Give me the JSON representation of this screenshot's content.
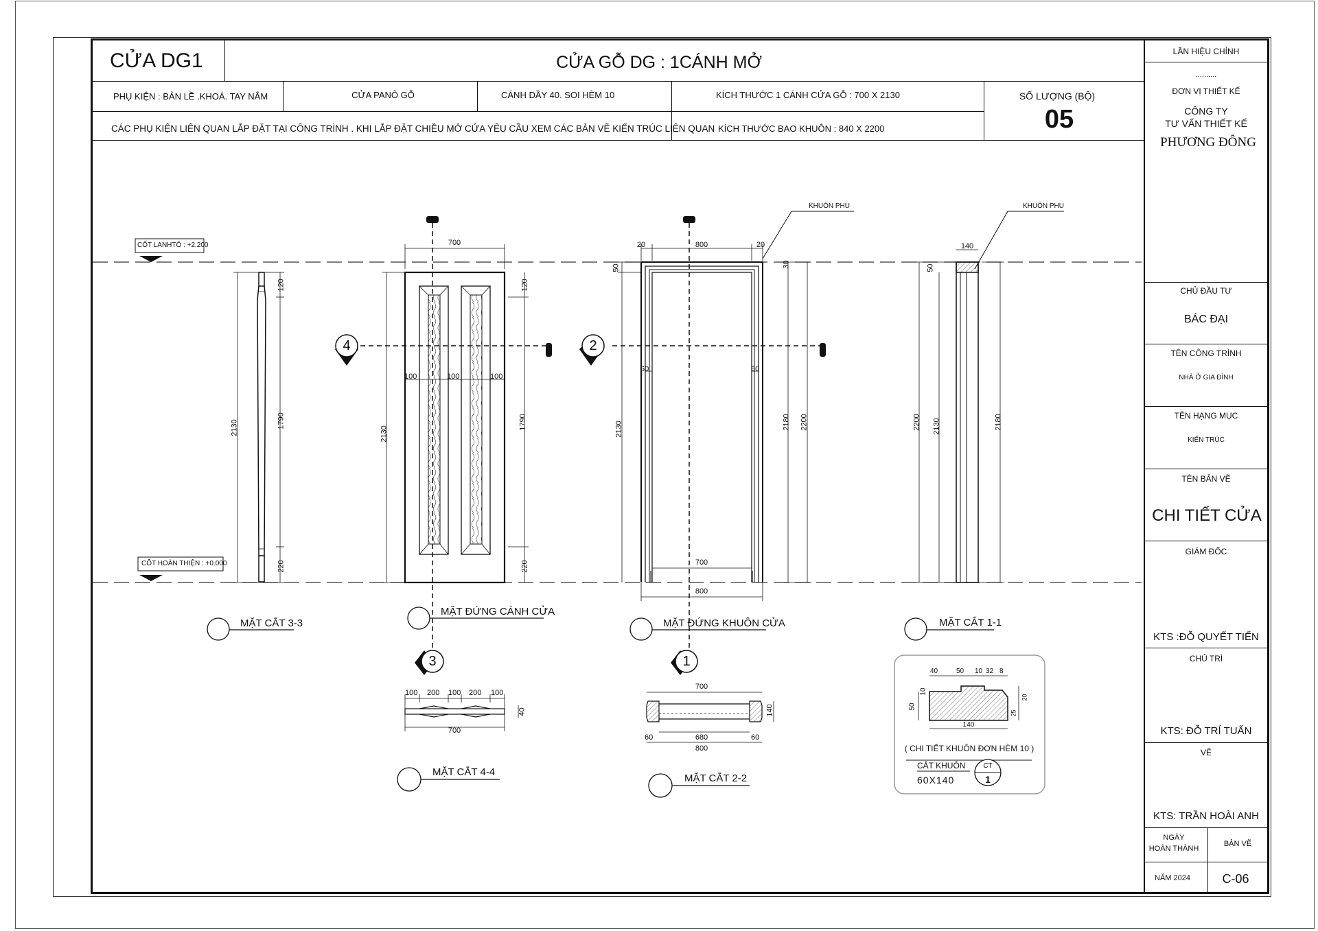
{
  "header": {
    "door_code": "CỬA  DG1",
    "door_title": "CỬA GỖ DG : 1CÁNH MỞ",
    "accessories": "PHỤ KIỆN : BẢN LỀ .KHOÁ. TAY NẮM",
    "door_type": "CỬA PANÔ GỖ",
    "leaf_spec": "CÁNH DẦY 40. SOI HÈM 10",
    "leaf_size": "KÍCH THƯỚC 1 CÁNH CỬA GỖ : 700 X 2130",
    "quantity_label": "SỐ LƯỢNG (BỘ)",
    "quantity_value": "05",
    "note": "CÁC PHỤ KIỆN LIÊN QUAN LẮP ĐẶT TẠI CÔNG TRÌNH . KHI LẮP ĐẶT CHIỀU MỞ CỬA YÊU CẦU XEM CÁC BẢN  VẼ KIẾN TRÚC LIÊN QUAN",
    "frame_size": "KÍCH THƯỚC  BAO KHUÔN : 840 X 2200"
  },
  "title_block": {
    "revision_label": "LẦN HIỆU CHỈNH",
    "revision_value": "..........",
    "designer_label": "ĐƠN VỊ THIẾT KẾ",
    "company_line1": "CÔNG TY",
    "company_line2": "TƯ VẤN THIẾT KẾ",
    "company_name": "PHƯƠNG ĐÔNG",
    "owner_label": "CHỦ ĐẦU TƯ",
    "owner_value": "BÁC ĐẠI",
    "project_label": "TÊN CÔNG TRÌNH",
    "project_value": "NHÀ Ở GIA ĐÌNH",
    "category_label": "TÊN HẠNG MỤC",
    "category_value": "KIẾN TRÚC",
    "drawing_name_label": "TÊN BẢN VẼ",
    "drawing_name_value": "CHI TIẾT CỬA",
    "director_label": "GIÁM ĐỐC",
    "director_value": "KTS :ĐỖ QUYẾT TIẾN",
    "lead_label": "CHỦ  TRÌ",
    "lead_value": "KTS: ĐỖ TRÍ TUẤN",
    "drawn_label": "VẼ",
    "drawn_value": "KTS: TRẦN HOÀI ANH",
    "date_label_1": "NGÀY",
    "date_label_2": "HOÀN THÀNH",
    "sheet_label": "BẢN VẼ",
    "date_value": "NĂM 2024",
    "sheet_value": "C-06"
  },
  "drawing": {
    "level_top": "CỐT LANHTÔ : +2.200",
    "level_bottom": "CỐT HOÀN THIỆN : +0.000",
    "frame_callout": "KHUÔN PHU",
    "view_labels": {
      "section_33": "MẶT CẮT 3-3",
      "leaf_elevation": "MẶT ĐỨNG CÁNH CỬA",
      "frame_elevation": "MẶT ĐỨNG KHUÔN CỬA",
      "section_11": "MẶT CẮT 1-1",
      "section_44": "MẶT CẮT 4-4",
      "section_22": "MẶT CẮT 2-2"
    },
    "section_markers": [
      "4",
      "2",
      "3",
      "1"
    ],
    "detail": {
      "title": "( CHI TIẾT KHUÔN ĐƠN HÈM 10 )",
      "profile_name": "CẮT KHUÔN",
      "profile_size": "60X140",
      "tag_top": "CT",
      "tag_bottom": "1"
    },
    "dims": {
      "d700": "700",
      "d800": "800",
      "d20": "20",
      "d50": "50",
      "d30": "30",
      "d140": "140",
      "d120": "120",
      "d2130": "2130",
      "d1790": "1790",
      "d220": "220",
      "d100": "100",
      "d60": "60",
      "d2180": "2180",
      "d2200": "2200",
      "d200": "200",
      "d40": "40",
      "d680": "680",
      "d10": "10",
      "d32": "32",
      "d8": "8",
      "d25": "25"
    }
  }
}
